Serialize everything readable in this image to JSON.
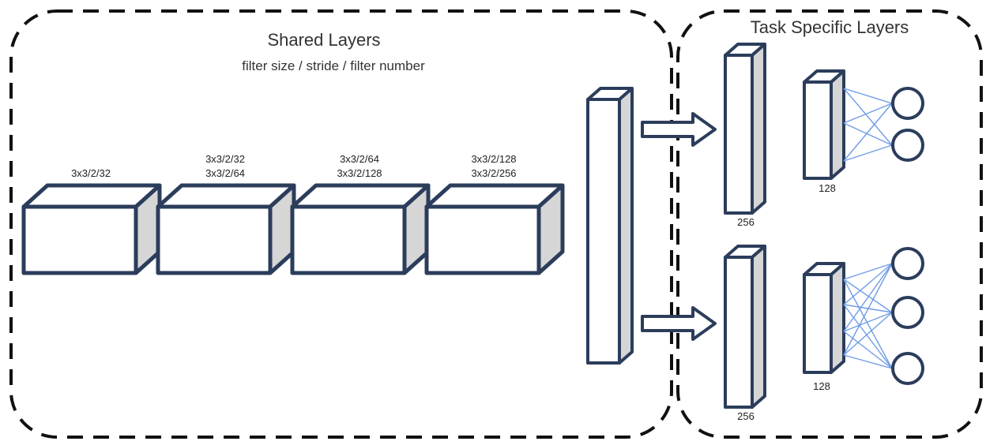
{
  "colors": {
    "stroke": "#2b3d5b",
    "shade": "#d6d6d6",
    "connection": "#6f9ce6",
    "dash": "#111111"
  },
  "shared": {
    "title": "Shared Layers",
    "subtitle": "filter size / stride / filter number",
    "blocks": [
      {
        "lines": [
          "3x3/2/32"
        ]
      },
      {
        "lines": [
          "3x3/2/32",
          "3x3/2/64"
        ]
      },
      {
        "lines": [
          "3x3/2/64",
          "3x3/2/128"
        ]
      },
      {
        "lines": [
          "3x3/2/128",
          "3x3/2/256"
        ]
      }
    ]
  },
  "task": {
    "title": "Task Specific Layers",
    "branches": [
      {
        "fc1_label": "256",
        "fc2_label": "128",
        "outputs": 2
      },
      {
        "fc1_label": "256",
        "fc2_label": "128",
        "outputs": 3
      }
    ]
  }
}
